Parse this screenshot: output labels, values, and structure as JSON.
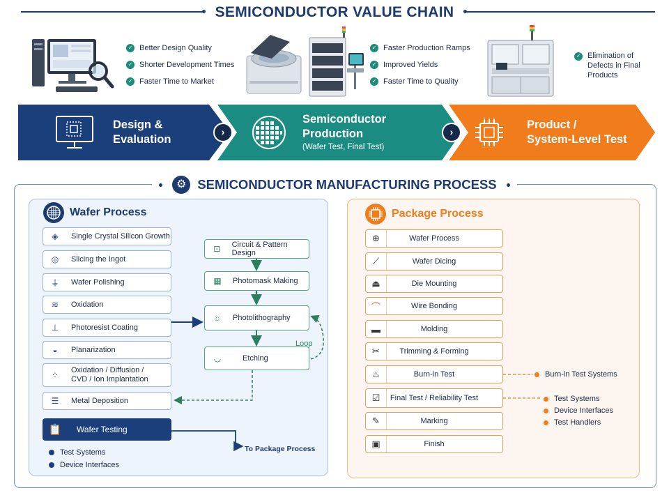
{
  "title": "SEMICONDUCTOR VALUE CHAIN",
  "benefits": {
    "design": [
      "Better Design Quality",
      "Shorter Development Times",
      "Faster Time to Market"
    ],
    "production": [
      "Faster Production Ramps",
      "Improved Yields",
      "Faster Time to Quality"
    ],
    "test": [
      "Elimination of Defects in Final Products"
    ]
  },
  "value_chain": {
    "stage1": {
      "line1": "Design &",
      "line2": "Evaluation",
      "color": "#1b3f7a"
    },
    "stage2": {
      "line1": "Semiconductor",
      "line2": "Production",
      "sub": "(Wafer Test, Final Test)",
      "color": "#1b8c82"
    },
    "stage3": {
      "line1": "Product /",
      "line2": "System-Level Test",
      "color": "#f07c1c"
    }
  },
  "manufacturing": {
    "title": "SEMICONDUCTOR MANUFACTURING PROCESS",
    "wafer": {
      "title": "Wafer Process",
      "steps": [
        {
          "label": "Single Crystal Silicon Growth",
          "icon": "crystal-icon"
        },
        {
          "label": "Slicing the Ingot",
          "icon": "ingot-saw-icon"
        },
        {
          "label": "Wafer Polishing",
          "icon": "polishing-icon"
        },
        {
          "label": "Oxidation",
          "icon": "heat-waves-icon"
        },
        {
          "label": "Photoresist Coating",
          "icon": "dropper-icon"
        },
        {
          "label": "Planarization",
          "icon": "dome-icon"
        },
        {
          "label": "Oxidation / Diffusion /",
          "label2": "CVD / Ion Implantation",
          "icon": "dot-grid-icon"
        },
        {
          "label": "Metal Deposition",
          "icon": "layers-icon"
        }
      ],
      "testing": "Wafer Testing",
      "legend": [
        "Test Systems",
        "Device Interfaces"
      ],
      "to_package": "To Package Process",
      "litho": [
        {
          "label": "Circuit & Pattern Design",
          "icon": "circuit-icon"
        },
        {
          "label": "Photomask Making",
          "icon": "photomask-icon"
        },
        {
          "label": "Photolithography",
          "icon": "light-icon"
        },
        {
          "label": "Etching",
          "icon": "etching-icon"
        }
      ],
      "loop": "Loop"
    },
    "package": {
      "title": "Package Process",
      "steps": [
        {
          "label": "Wafer Process",
          "icon": "wafer-icon"
        },
        {
          "label": "Wafer Dicing",
          "icon": "blade-icon"
        },
        {
          "label": "Die Mounting",
          "icon": "die-mount-icon"
        },
        {
          "label": "Wire Bonding",
          "icon": "wire-bond-icon"
        },
        {
          "label": "Molding",
          "icon": "mold-icon"
        },
        {
          "label": "Trimming & Forming",
          "icon": "scissors-icon"
        },
        {
          "label": "Burn-in Test",
          "icon": "heat-icon"
        },
        {
          "label": "Final Test / Reliability Test",
          "icon": "checklist-icon"
        },
        {
          "label": "Marking",
          "icon": "pen-icon"
        },
        {
          "label": "Finish",
          "icon": "box-icon"
        }
      ],
      "burnin_items": [
        "Burn-in Test Systems"
      ],
      "final_items": [
        "Test Systems",
        "Device Interfaces",
        "Test Handlers"
      ]
    }
  },
  "colors": {
    "navy": "#1b3f7a",
    "teal": "#1b8c82",
    "orange": "#f07c1c",
    "green": "#2b7f5f"
  }
}
